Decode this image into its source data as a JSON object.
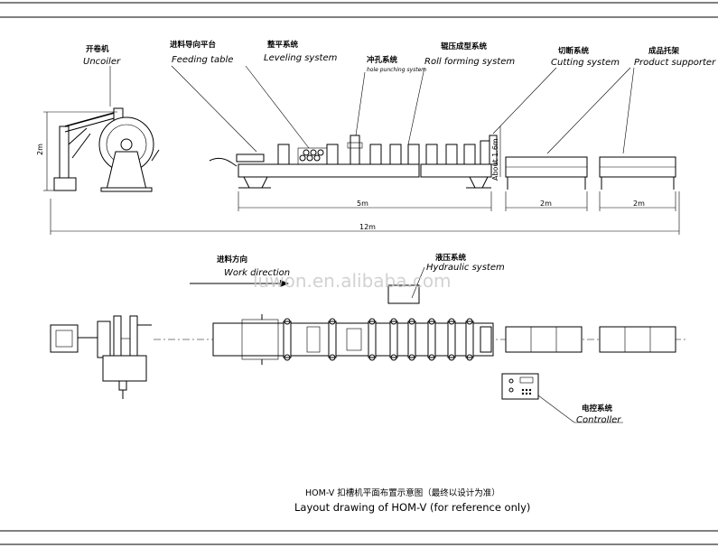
{
  "labels": {
    "uncoiler_cn": "开卷机",
    "uncoiler_en": "Uncoiler",
    "feeding_cn": "进料导向平台",
    "feeding_en": "Feeding table",
    "leveling_cn": "整平系统",
    "leveling_en": "Leveling system",
    "punching_cn": "冲孔系统",
    "punching_en": "hole punching system",
    "rollforming_cn": "辊压成型系统",
    "rollforming_en": "Roll forming system",
    "cutting_cn": "切断系统",
    "cutting_en": "Cutting system",
    "supporter_cn": "成品托架",
    "supporter_en": "Product supporter",
    "direction_cn": "进料方向",
    "direction_en": "Work direction",
    "hydraulic_cn": "液压系统",
    "hydraulic_en": "Hydraulic system",
    "controller_cn": "电控系统",
    "controller_en": "Controller"
  },
  "dimensions": {
    "height": "2m",
    "machine_height": "About 1.6m",
    "line_length": "5m",
    "cutting_length": "2m",
    "supporter_length": "2m",
    "total_length": "12m"
  },
  "watermark": "luwon.en.alibaba.com",
  "caption": {
    "cn": "HOM-V 扣槽机平面布置示意图（最终以设计为准）",
    "en": "Layout drawing of HOM-V (for reference only)"
  }
}
